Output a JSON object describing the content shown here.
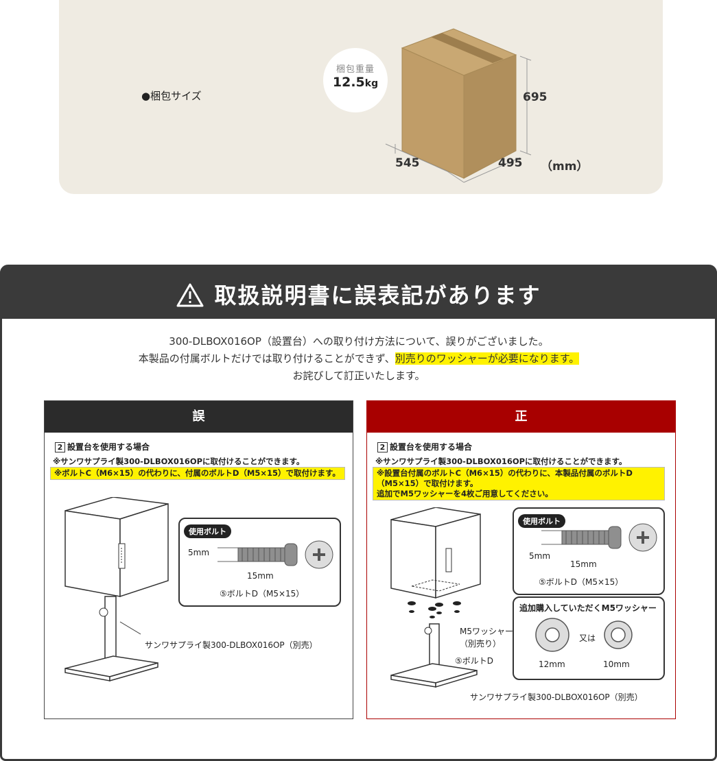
{
  "package": {
    "label": "●梱包サイズ",
    "weight_label": "梱包重量",
    "weight_value": "12.5",
    "weight_unit": "kg",
    "height": "695",
    "width": "545",
    "depth": "495",
    "unit": "（mm）"
  },
  "errata": {
    "title": "取扱説明書に誤表記があります",
    "intro_line1": "300-DLBOX016OP（設置台）への取り付け方法について、誤りがございました。",
    "intro_line2_a": "本製品の付属ボルトだけでは取り付けることができず、",
    "intro_line2_hl": "別売りのワッシャーが必要になります。",
    "intro_line3": "お詫びして訂正いたします。"
  },
  "wrong": {
    "header": "誤",
    "case_num": "2",
    "case_title": "設置台を使用する場合",
    "note1": "※サンワサプライ製300-DLBOX016OPに取付けることができます。",
    "note2": "※ボルトC（M6×15）の代わりに、付属のボルトD（M5×15）で取付けます。",
    "bolt_tag": "使用ボルト",
    "bolt_dia": "5mm",
    "bolt_len": "15mm",
    "bolt_name": "⑤ボルトD（M5×15）",
    "stand_label": "サンワサプライ製300-DLBOX016OP（別売）"
  },
  "right": {
    "header": "正",
    "case_num": "2",
    "case_title": "設置台を使用する場合",
    "note1": "※サンワサプライ製300-DLBOX016OPに取付けることができます。",
    "note2_l1": "※設置台付属のボルトC（M6×15）の代わりに、本製品付属のボルトD",
    "note2_l2": "（M5×15）で取付けます。",
    "note2_l3": "追加でM5ワッシャーを4枚ご用意してください。",
    "bolt_tag": "使用ボルト",
    "bolt_dia": "5mm",
    "bolt_len": "15mm",
    "bolt_name": "⑤ボルトD（M5×15）",
    "washer_title": "追加購入していただくM5ワッシャー",
    "washer_a": "12mm",
    "washer_or": "又は",
    "washer_b": "10mm",
    "washer_label": "M5ワッシャー",
    "washer_label2": "（別売り）",
    "bolt_label": "⑤ボルトD",
    "stand_label": "サンワサプライ製300-DLBOX016OP（別売）"
  }
}
